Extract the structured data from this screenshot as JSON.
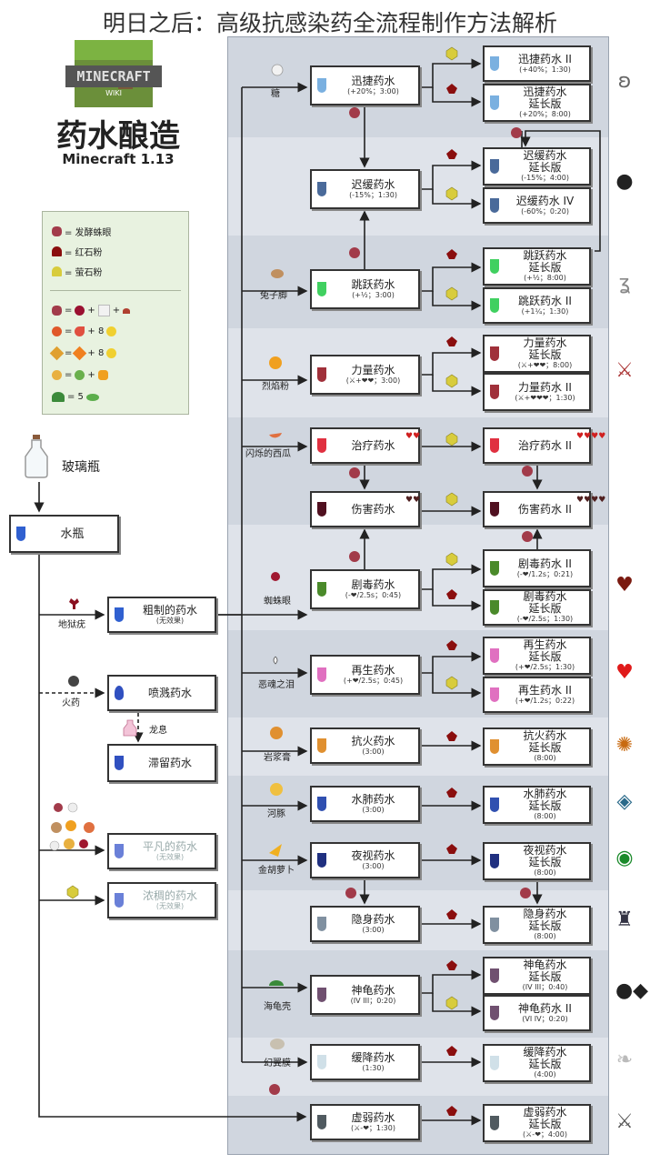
{
  "page_title": "明日之后：高级抗感染药全流程制作方法解析",
  "header": {
    "logo_text": "MINECRAFT",
    "logo_sub": "WIKI",
    "title": "药水酿造",
    "version": "Minecraft 1.13"
  },
  "legend": {
    "items": [
      {
        "label": "= 发酵蛛眼",
        "color": "#a23b4a"
      },
      {
        "label": "= 红石粉",
        "color": "#8a0e0e"
      },
      {
        "label": "= 萤石粉",
        "color": "#d8cc3c"
      }
    ],
    "recipes": [
      {
        "a": "=",
        "b": "+",
        "c": "+",
        "color": "#a23b4a"
      },
      {
        "a": "=",
        "b": "+ 8",
        "color": "#e0582a"
      },
      {
        "a": "=",
        "b": "+ 8",
        "color": "#e0a030"
      },
      {
        "a": "=",
        "b": "+",
        "color": "#e8b040"
      },
      {
        "a": "= 5",
        "color": "#3b8a3a"
      }
    ]
  },
  "left_chain": {
    "glass_bottle": "玻璃瓶",
    "water_bottle": "水瓶",
    "awkward": {
      "name": "粗制的药水",
      "stat": "(无效果)"
    },
    "nether_wart": "地狱疣",
    "gunpowder": "火药",
    "splash": "喷溅药水",
    "dragon_breath": "龙息",
    "lingering": "滞留药水",
    "mundane": {
      "name": "平凡的药水",
      "stat": "(无效果)"
    },
    "thick": {
      "name": "浓稠的药水",
      "stat": "(无效果)"
    }
  },
  "ingredients": [
    {
      "label": "糖",
      "color": "#f0f0f0"
    },
    {
      "label": "兔子脚",
      "color": "#c09060"
    },
    {
      "label": "烈焰粉",
      "color": "#f0a020"
    },
    {
      "label": "闪烁的西瓜",
      "color": "#e07040"
    },
    {
      "label": "蜘蛛眼",
      "color": "#a01830"
    },
    {
      "label": "恶魂之泪",
      "color": "#eaeaea"
    },
    {
      "label": "岩浆膏",
      "color": "#e09030"
    },
    {
      "label": "河豚",
      "color": "#f0c040"
    },
    {
      "label": "金胡萝卜",
      "color": "#f0b020"
    },
    {
      "label": "海龟壳",
      "color": "#3a8a3a"
    },
    {
      "label": "幻翼膜",
      "color": "#c8c0b0"
    }
  ],
  "potions": {
    "swift": {
      "name": "迅捷药水",
      "stat": "(+20%；3:00)"
    },
    "swift2": {
      "name": "迅捷药水 II",
      "stat": "(+40%；1:30)"
    },
    "swift_ext": {
      "name": "迅捷药水\n延长版",
      "stat": "(+20%；8:00)"
    },
    "slow": {
      "name": "迟缓药水",
      "stat": "(-15%；1:30)"
    },
    "slow_ext": {
      "name": "迟缓药水\n延长版",
      "stat": "(-15%；4:00)"
    },
    "slow4": {
      "name": "迟缓药水 IV",
      "stat": "(-60%；0:20)"
    },
    "leap": {
      "name": "跳跃药水",
      "stat": "(+½；3:00)"
    },
    "leap_ext": {
      "name": "跳跃药水\n延长版",
      "stat": "(+½；8:00)"
    },
    "leap2": {
      "name": "跳跃药水 II",
      "stat": "(+1¼；1:30)"
    },
    "strength": {
      "name": "力量药水",
      "stat": "(⚔+❤❤；3:00)"
    },
    "strength_ext": {
      "name": "力量药水\n延长版",
      "stat": "(⚔+❤❤；8:00)"
    },
    "strength2": {
      "name": "力量药水 II",
      "stat": "(⚔+❤❤❤；1:30)"
    },
    "heal": {
      "name": "治疗药水",
      "stat": ""
    },
    "heal2": {
      "name": "治疗药水 II",
      "stat": ""
    },
    "harm": {
      "name": "伤害药水",
      "stat": ""
    },
    "harm2": {
      "name": "伤害药水 II",
      "stat": ""
    },
    "poison": {
      "name": "剧毒药水",
      "stat": "(-❤/2.5s；0:45)"
    },
    "poison2": {
      "name": "剧毒药水 II",
      "stat": "(-❤/1.2s；0:21)"
    },
    "poison_ext": {
      "name": "剧毒药水\n延长版",
      "stat": "(-❤/2.5s；1:30)"
    },
    "regen": {
      "name": "再生药水",
      "stat": "(+❤/2.5s；0:45)"
    },
    "regen_ext": {
      "name": "再生药水\n延长版",
      "stat": "(+❤/2.5s；1:30)"
    },
    "regen2": {
      "name": "再生药水 II",
      "stat": "(+❤/1.2s；0:22)"
    },
    "fireres": {
      "name": "抗火药水",
      "stat": "(3:00)"
    },
    "fireres_ext": {
      "name": "抗火药水\n延长版",
      "stat": "(8:00)"
    },
    "water": {
      "name": "水肺药水",
      "stat": "(3:00)"
    },
    "water_ext": {
      "name": "水肺药水\n延长版",
      "stat": "(8:00)"
    },
    "night": {
      "name": "夜视药水",
      "stat": "(3:00)"
    },
    "night_ext": {
      "name": "夜视药水\n延长版",
      "stat": "(8:00)"
    },
    "invis": {
      "name": "隐身药水",
      "stat": "(3:00)"
    },
    "invis_ext": {
      "name": "隐身药水\n延长版",
      "stat": "(8:00)"
    },
    "turtle": {
      "name": "神龟药水",
      "stat": "(IV III；0:20)"
    },
    "turtle_ext": {
      "name": "神龟药水\n延长版",
      "stat": "(IV III；0:40)"
    },
    "turtle2": {
      "name": "神龟药水 II",
      "stat": "(VI IV；0:20)"
    },
    "slowfall": {
      "name": "缓降药水",
      "stat": "(1:30)"
    },
    "slowfall_ext": {
      "name": "缓降药水\n延长版",
      "stat": "(4:00)"
    },
    "weak": {
      "name": "虚弱药水",
      "stat": "(⚔-❤；1:30)"
    },
    "weak_ext": {
      "name": "虚弱药水\n延长版",
      "stat": "(⚔-❤；4:00)"
    }
  },
  "effect_icons": [
    "swift-icon",
    "slowness-icon",
    "leap-icon",
    "strength-icon",
    "heart-dark-icon",
    "heart-icon",
    "fire-res-icon",
    "water-breathing-icon",
    "eye-icon",
    "invisibility-icon",
    "turtle-icon",
    "feather-icon",
    "sword-icon"
  ],
  "colors": {
    "fermented_eye": "#a23b4a",
    "redstone": "#8a0e0e",
    "glowstone": "#d8cc3c",
    "panel": "#dfe3ea",
    "band": "#d0d6df"
  }
}
